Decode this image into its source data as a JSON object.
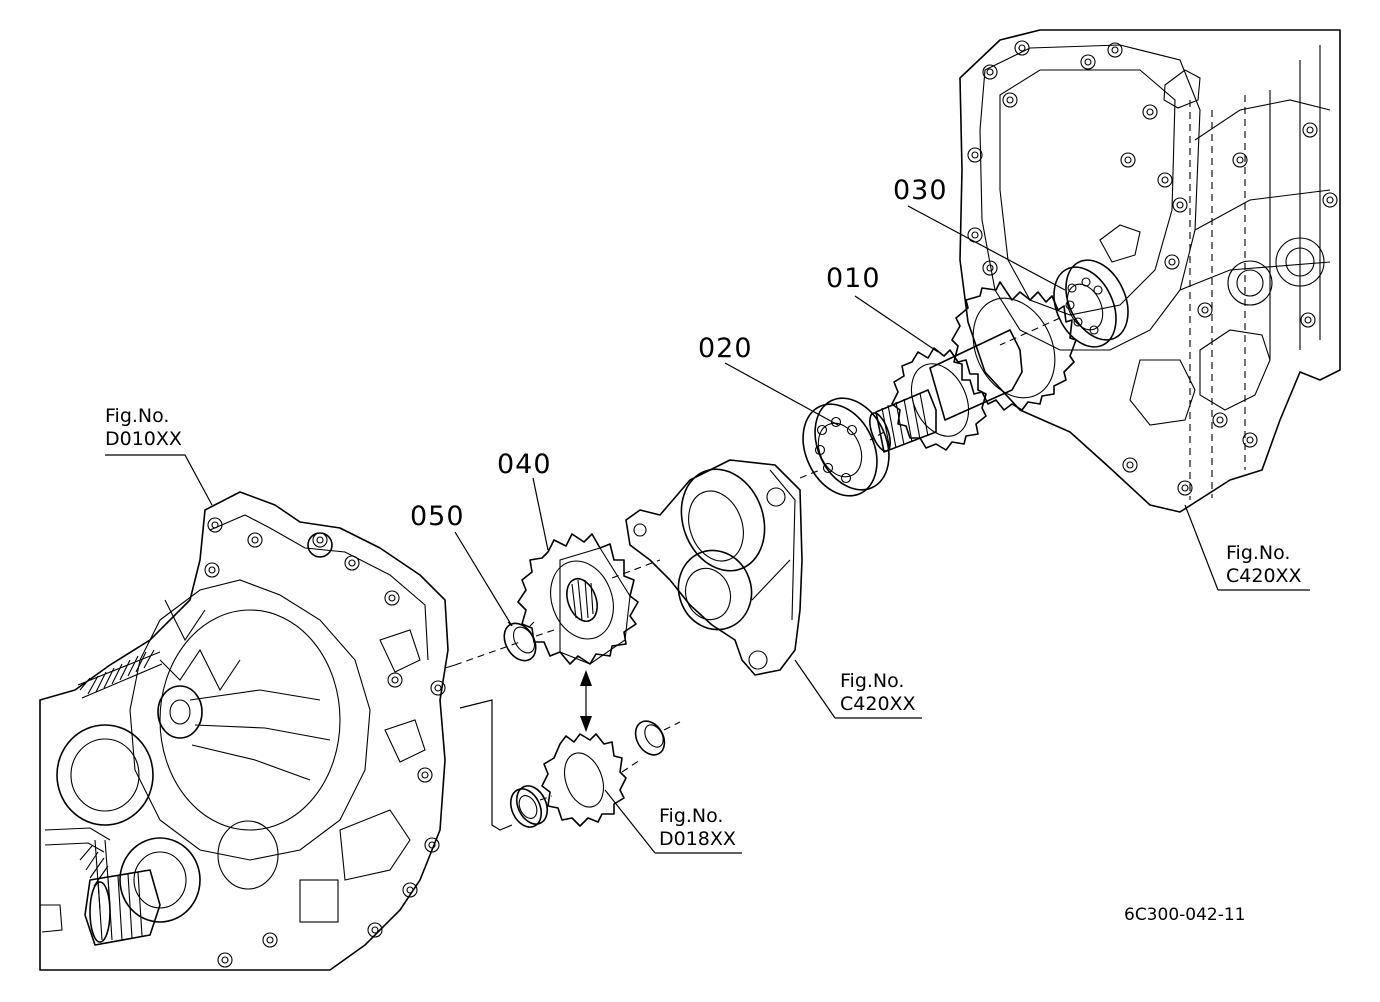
{
  "part_labels": {
    "p010": "010",
    "p020": "020",
    "p030": "030",
    "p040": "040",
    "p050": "050"
  },
  "figure_refs": {
    "left_housing": {
      "label": "Fig.No.",
      "code": "D010XX"
    },
    "right_housing": {
      "label": "Fig.No.",
      "code": "C420XX"
    },
    "middle_bracket": {
      "label": "Fig.No.",
      "code": "C420XX"
    },
    "lower_gear": {
      "label": "Fig.No.",
      "code": "D018XX"
    }
  },
  "drawing_code": "6C300-042-11",
  "colors": {
    "ink": "#000000",
    "paper": "#ffffff"
  }
}
